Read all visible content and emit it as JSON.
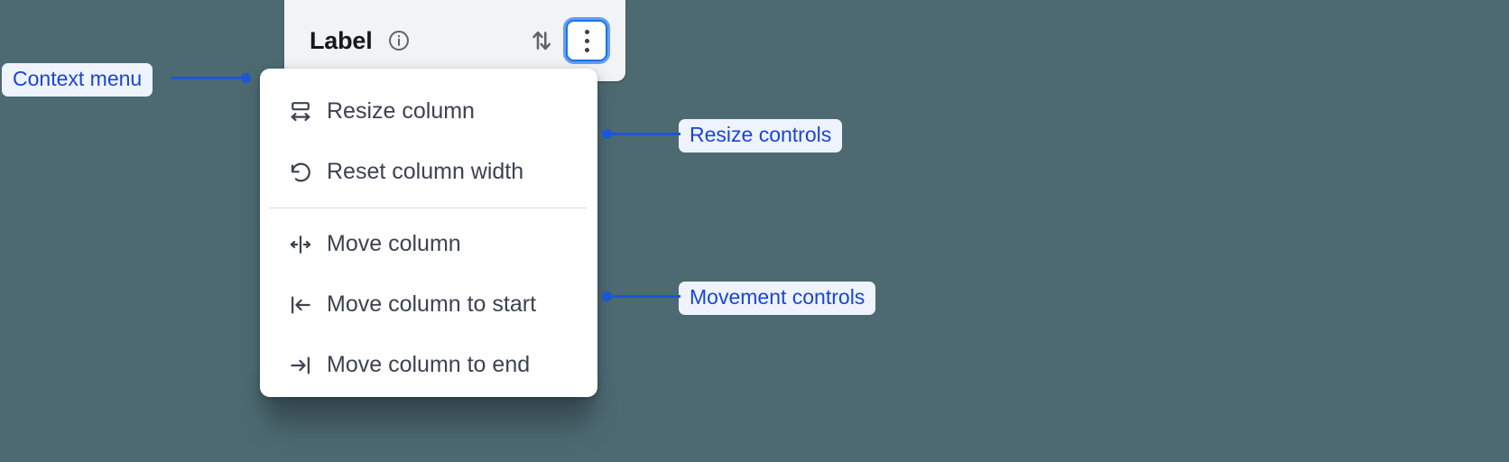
{
  "background_color": "#4d6a72",
  "accent_color": "#1a56d6",
  "focus_ring_color": "#1a73e8",
  "header": {
    "label": "Label",
    "info_icon": "info-circle-icon",
    "sort_icon": "sort-up-down-icon",
    "overflow_icon": "more-vertical-icon"
  },
  "context_menu": {
    "groups": [
      {
        "name": "resize",
        "items": [
          {
            "icon": "resize-column-icon",
            "label": "Resize column"
          },
          {
            "icon": "reset-width-icon",
            "label": "Reset column width"
          }
        ]
      },
      {
        "name": "movement",
        "items": [
          {
            "icon": "move-column-icon",
            "label": "Move column"
          },
          {
            "icon": "move-to-start-icon",
            "label": "Move column to start"
          },
          {
            "icon": "move-to-end-icon",
            "label": "Move column to end"
          }
        ]
      }
    ]
  },
  "annotations": [
    {
      "id": "context-menu",
      "label": "Context menu"
    },
    {
      "id": "resize-controls",
      "label": "Resize controls"
    },
    {
      "id": "movement-controls",
      "label": "Movement controls"
    }
  ]
}
